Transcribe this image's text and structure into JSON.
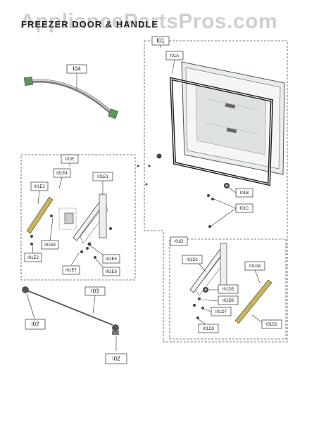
{
  "header": {
    "title": "FREEZER DOOR & HANDLE",
    "watermark": "AppliancePartsPros.com"
  },
  "callouts": {
    "door_assembly": "I01",
    "door_panel": "I01A",
    "door_right_assy": "I01B",
    "door_left_screws": "I01C",
    "door_left_assy": "I01D",
    "door_left_rail": "I01D1",
    "door_left_cap": "I01D2",
    "door_left_screw": "I01D3",
    "door_left_strip": "I01D4",
    "door_left_part5": "I01D5",
    "door_left_part6": "I01D6",
    "door_left_part7": "I01D7",
    "door_right_group": "I01E",
    "door_right_rail": "I01E1",
    "door_right_cap": "I01E2",
    "door_right_screw": "I01E3",
    "door_right_strip": "I01E4",
    "door_right_part5": "I01E5",
    "door_right_part6": "I01E6",
    "door_right_part7": "I01E7",
    "door_right_bracket": "I01E8",
    "hinge_pin_top": "I02",
    "hinge_pin_bottom": "I02",
    "rod": "I03",
    "handle": "I04"
  }
}
